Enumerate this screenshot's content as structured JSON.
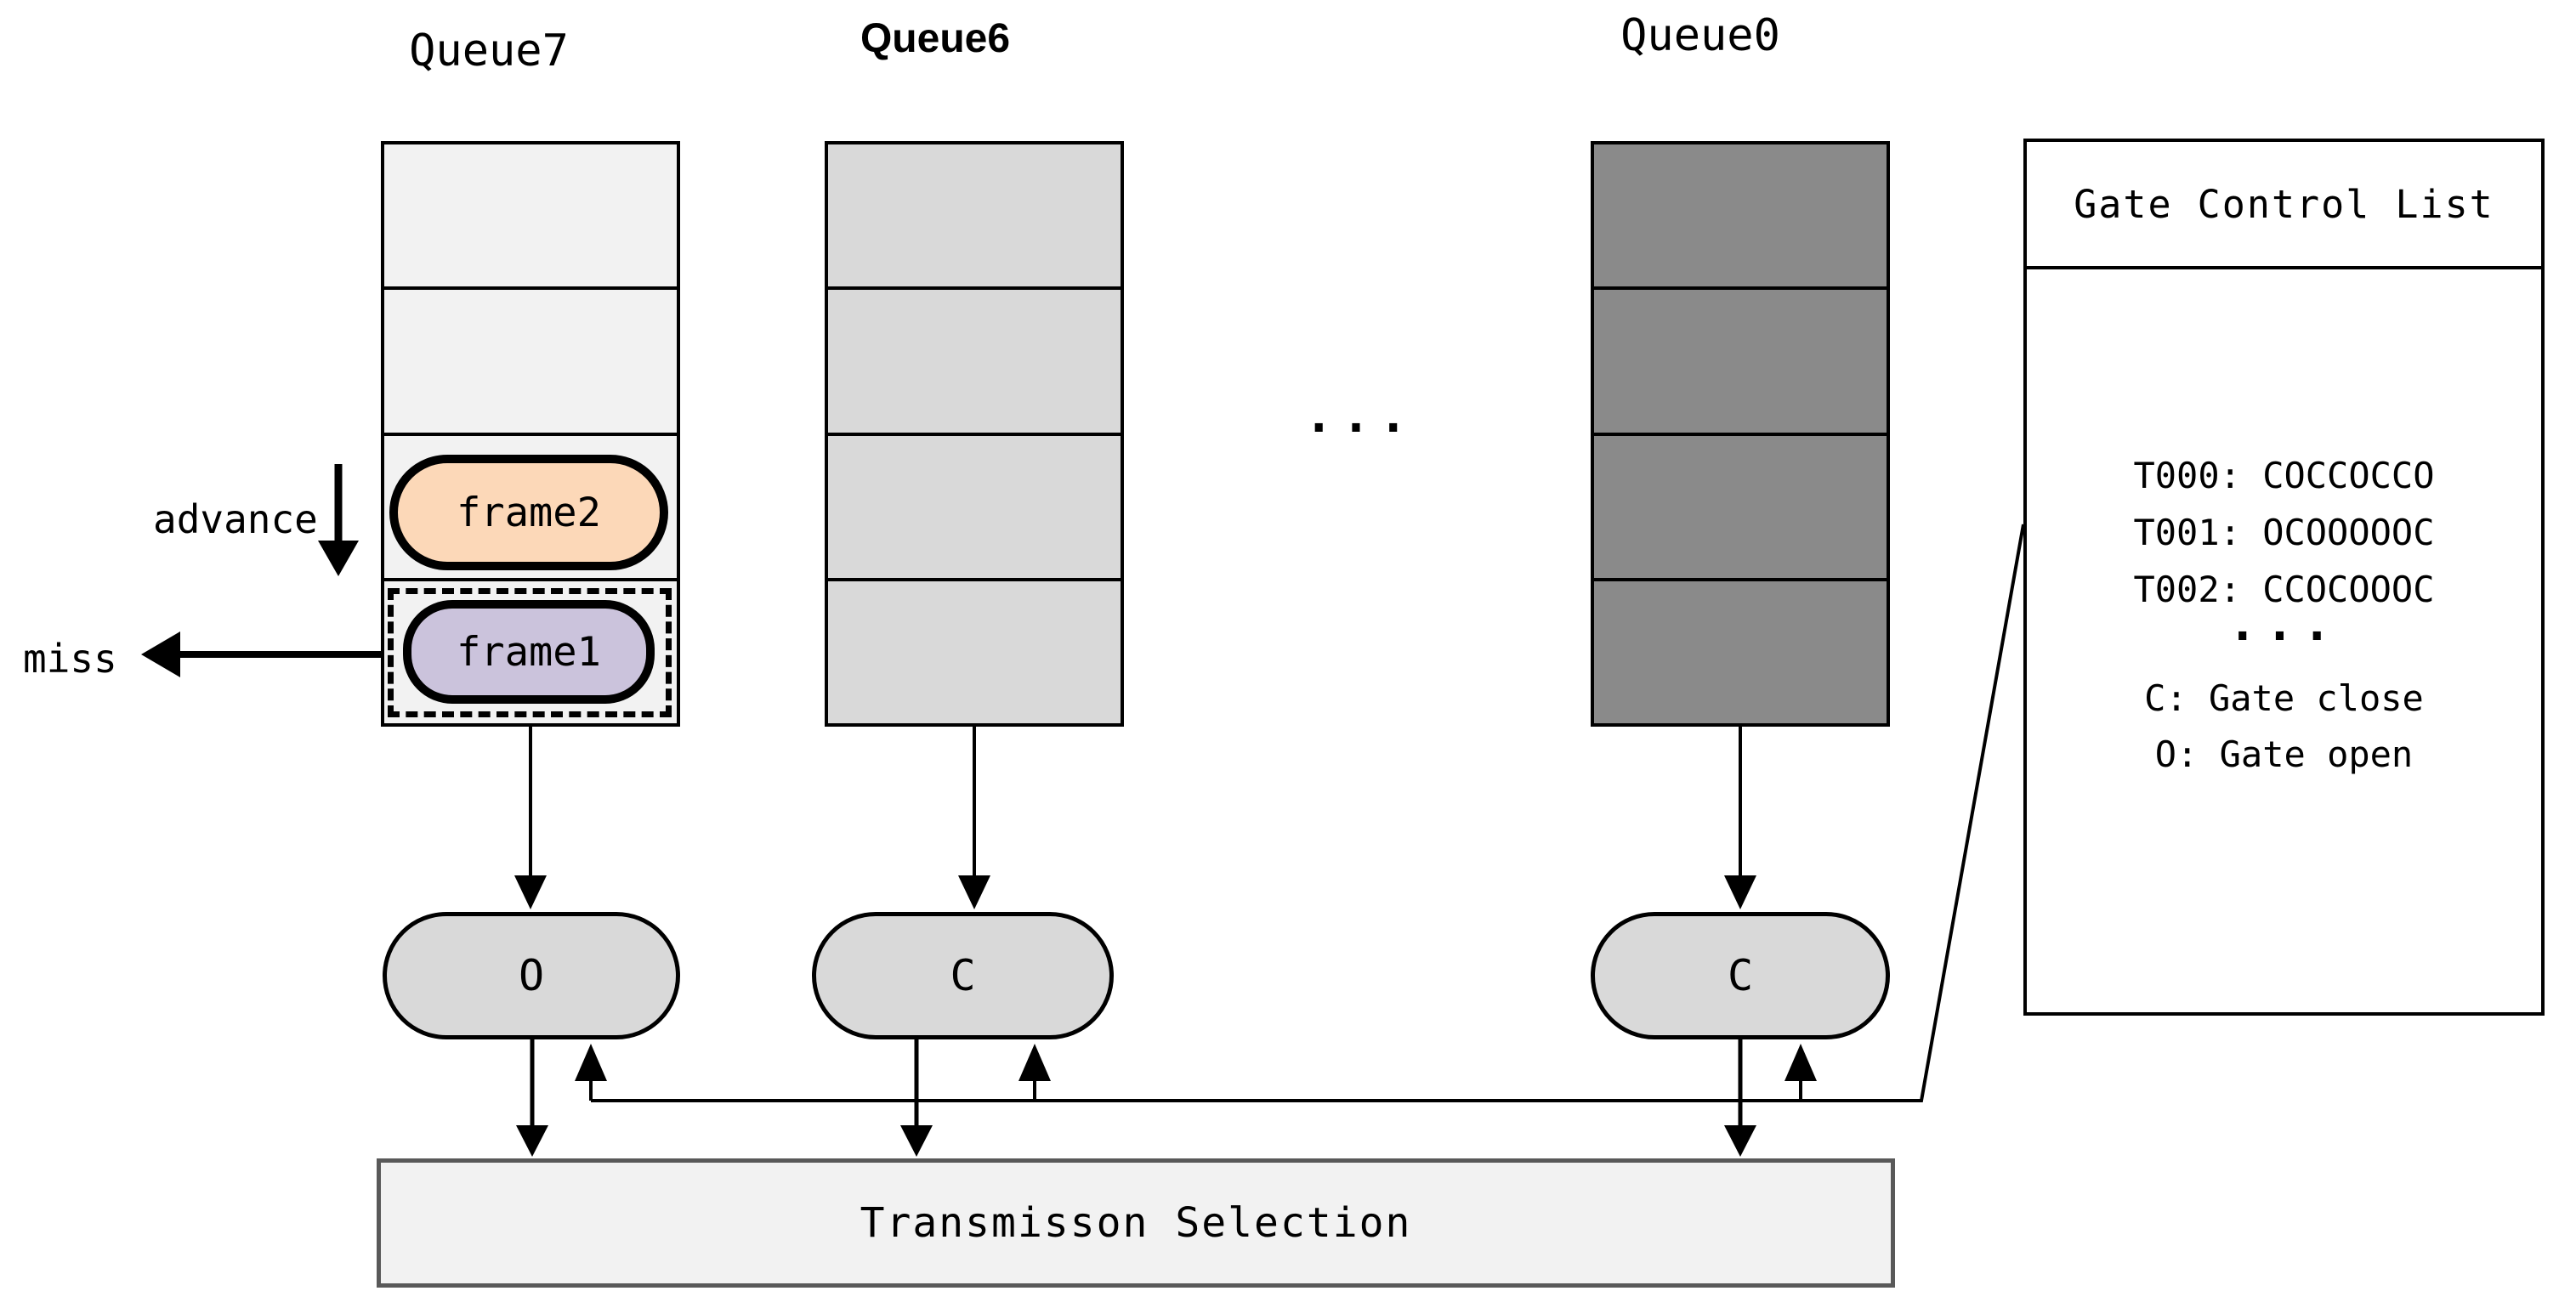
{
  "diagram": {
    "queues": [
      {
        "label": "Queue7",
        "gate_state": "O"
      },
      {
        "label": "Queue6",
        "gate_state": "C"
      },
      {
        "label": "Queue0",
        "gate_state": "C"
      }
    ],
    "queue_ellipsis": "...",
    "frames": {
      "frame2": "frame2",
      "frame1": "frame1"
    },
    "annotations": {
      "advance": "advance",
      "miss": "miss"
    },
    "gate_control_list": {
      "title": "Gate Control List",
      "entries": [
        "T000: COCCOCCO",
        "T001: OCOOOOOC",
        "T002: CCOCOOOC"
      ],
      "ellipsis": "...",
      "legend": [
        "C: Gate close",
        "O: Gate open"
      ]
    },
    "transmission": {
      "label": "Transmisson Selection"
    },
    "colors": {
      "queue7_fill": "#f2f2f2",
      "queue6_fill": "#d9d9d9",
      "queue0_fill": "#8a8a8a",
      "gate_fill": "#d9d9d9",
      "frame2_fill": "#fcd8b8",
      "frame1_fill": "#cbc3dc",
      "selection_border": "#595959",
      "line_color": "#000000"
    }
  }
}
